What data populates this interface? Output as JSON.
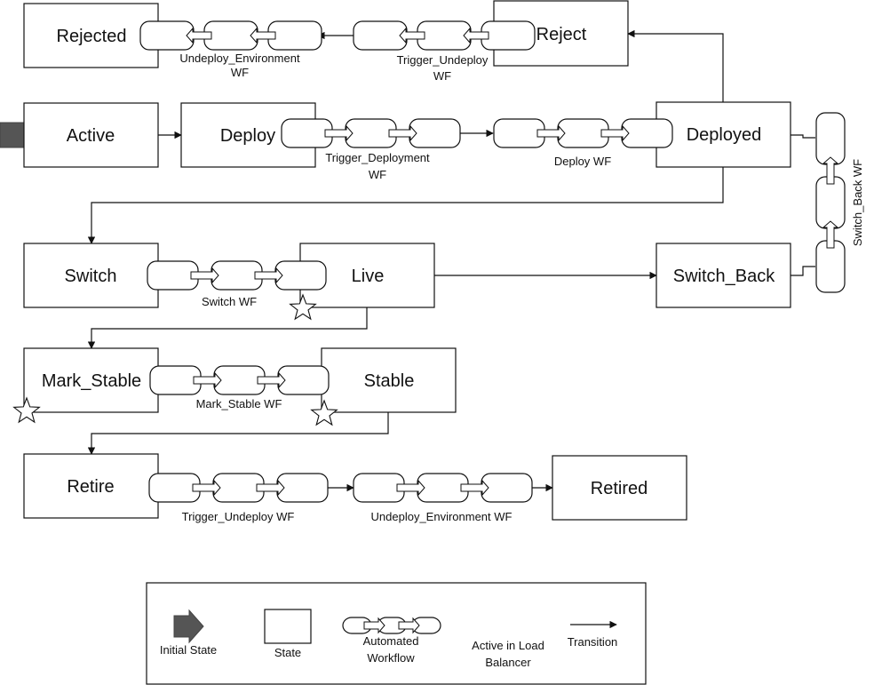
{
  "states": {
    "rejected": "Rejected",
    "reject": "Reject",
    "active": "Active",
    "deploy": "Deploy",
    "deployed": "Deployed",
    "switch": "Switch",
    "live": "Live",
    "switch_back": "Switch_Back",
    "mark_stable": "Mark_Stable",
    "stable": "Stable",
    "retire": "Retire",
    "retired": "Retired"
  },
  "workflows": {
    "reject_undeploy_env": [
      "Undeploy_Environment",
      "WF"
    ],
    "reject_trigger_undeploy": [
      "Trigger_Undeploy",
      "WF"
    ],
    "trigger_deployment": [
      "Trigger_Deployment",
      "WF"
    ],
    "deploy_wf": "Deploy WF",
    "switch_wf": "Switch WF",
    "switch_back_wf": "Switch_Back WF",
    "mark_stable_wf": "Mark_Stable WF",
    "retire_trigger_undeploy": "Trigger_Undeploy WF",
    "retire_undeploy_env": "Undeploy_Environment WF"
  },
  "legend": {
    "initial_state": "Initial State",
    "state": "State",
    "automated_workflow": [
      "Automated",
      "Workflow"
    ],
    "active_in_lb": [
      "Active in Load",
      "Balancer"
    ],
    "transition": "Transition"
  }
}
